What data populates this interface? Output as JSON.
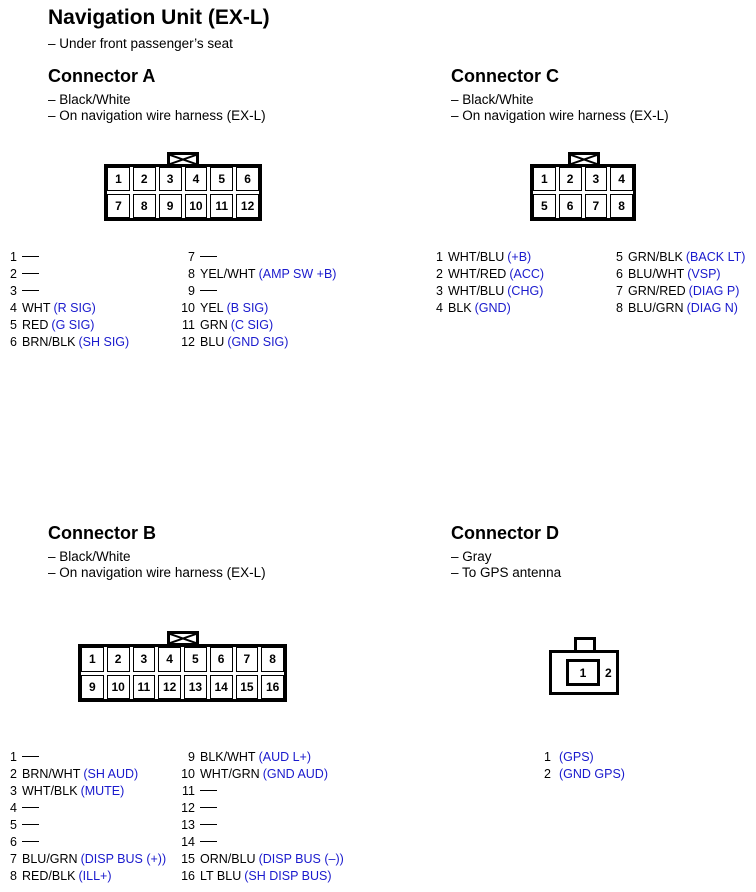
{
  "title": "Navigation Unit (EX-L)",
  "subtitle": "– Under front passenger’s seat",
  "colors": {
    "signal": "#1a1acd",
    "text": "#000000"
  },
  "connector_a": {
    "heading": "Connector A",
    "desc": [
      "– Black/White",
      "– On navigation wire harness (EX-L)"
    ],
    "pins_row1": [
      "1",
      "2",
      "3",
      "4",
      "5",
      "6"
    ],
    "pins_row2": [
      "7",
      "8",
      "9",
      "10",
      "11",
      "12"
    ],
    "left": [
      {
        "num": "1",
        "wire": "",
        "signal": ""
      },
      {
        "num": "2",
        "wire": "",
        "signal": ""
      },
      {
        "num": "3",
        "wire": "",
        "signal": ""
      },
      {
        "num": "4",
        "wire": "WHT",
        "signal": "(R SIG)"
      },
      {
        "num": "5",
        "wire": "RED",
        "signal": "(G SIG)"
      },
      {
        "num": "6",
        "wire": "BRN/BLK",
        "signal": "(SH SIG)"
      }
    ],
    "right": [
      {
        "num": "7",
        "wire": "",
        "signal": ""
      },
      {
        "num": "8",
        "wire": "YEL/WHT",
        "signal": "(AMP SW +B)"
      },
      {
        "num": "9",
        "wire": "",
        "signal": ""
      },
      {
        "num": "10",
        "wire": "YEL",
        "signal": "(B SIG)"
      },
      {
        "num": "11",
        "wire": "GRN",
        "signal": "(C SIG)"
      },
      {
        "num": "12",
        "wire": "BLU",
        "signal": "(GND SIG)"
      }
    ]
  },
  "connector_c": {
    "heading": "Connector C",
    "desc": [
      "– Black/White",
      "– On navigation wire harness (EX-L)"
    ],
    "pins_row1": [
      "1",
      "2",
      "3",
      "4"
    ],
    "pins_row2": [
      "5",
      "6",
      "7",
      "8"
    ],
    "left": [
      {
        "num": "1",
        "wire": "WHT/BLU",
        "signal": "(+B)"
      },
      {
        "num": "2",
        "wire": "WHT/RED",
        "signal": "(ACC)"
      },
      {
        "num": "3",
        "wire": "WHT/BLU",
        "signal": "(CHG)"
      },
      {
        "num": "4",
        "wire": "BLK",
        "signal": "(GND)"
      }
    ],
    "right": [
      {
        "num": "5",
        "wire": "GRN/BLK",
        "signal": "(BACK LT)"
      },
      {
        "num": "6",
        "wire": "BLU/WHT",
        "signal": "(VSP)"
      },
      {
        "num": "7",
        "wire": "GRN/RED",
        "signal": "(DIAG P)"
      },
      {
        "num": "8",
        "wire": "BLU/GRN",
        "signal": "(DIAG N)"
      }
    ]
  },
  "connector_b": {
    "heading": "Connector B",
    "desc": [
      "– Black/White",
      "– On navigation wire harness (EX-L)"
    ],
    "pins_row1": [
      "1",
      "2",
      "3",
      "4",
      "5",
      "6",
      "7",
      "8"
    ],
    "pins_row2": [
      "9",
      "10",
      "11",
      "12",
      "13",
      "14",
      "15",
      "16"
    ],
    "left": [
      {
        "num": "1",
        "wire": "",
        "signal": ""
      },
      {
        "num": "2",
        "wire": "BRN/WHT",
        "signal": "(SH AUD)"
      },
      {
        "num": "3",
        "wire": "WHT/BLK",
        "signal": "(MUTE)"
      },
      {
        "num": "4",
        "wire": "",
        "signal": ""
      },
      {
        "num": "5",
        "wire": "",
        "signal": ""
      },
      {
        "num": "6",
        "wire": "",
        "signal": ""
      },
      {
        "num": "7",
        "wire": "BLU/GRN",
        "signal": "(DISP BUS (+))"
      },
      {
        "num": "8",
        "wire": "RED/BLK",
        "signal": "(ILL+)"
      }
    ],
    "right": [
      {
        "num": "9",
        "wire": "BLK/WHT",
        "signal": "(AUD L+)"
      },
      {
        "num": "10",
        "wire": "WHT/GRN",
        "signal": "(GND AUD)"
      },
      {
        "num": "11",
        "wire": "",
        "signal": ""
      },
      {
        "num": "12",
        "wire": "",
        "signal": ""
      },
      {
        "num": "13",
        "wire": "",
        "signal": ""
      },
      {
        "num": "14",
        "wire": "",
        "signal": ""
      },
      {
        "num": "15",
        "wire": "ORN/BLU",
        "signal": "(DISP BUS (–))"
      },
      {
        "num": "16",
        "wire": "LT BLU",
        "signal": "(SH DISP BUS)"
      }
    ]
  },
  "connector_d": {
    "heading": "Connector D",
    "desc": [
      "– Gray",
      "– To GPS antenna"
    ],
    "pin_inner": "1",
    "pin_outer": "2",
    "left": [
      {
        "num": "1",
        "wire": "",
        "signal": "(GPS)"
      },
      {
        "num": "2",
        "wire": "",
        "signal": "(GND GPS)"
      }
    ]
  }
}
